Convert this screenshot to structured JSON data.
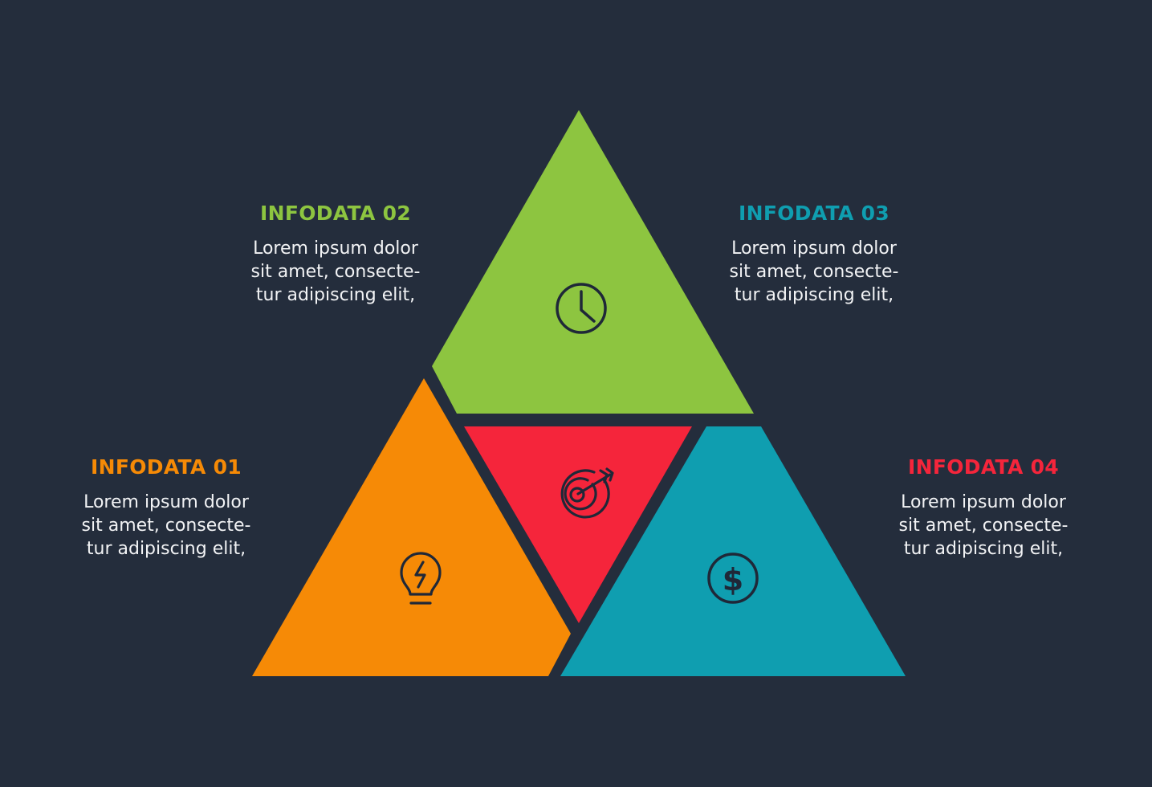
{
  "colors": {
    "background": "#242d3c",
    "segment_01": "#f68a06",
    "segment_02": "#8dc540",
    "segment_03": "#0f9eb0",
    "segment_04": "#f5253b",
    "icon_stroke": "#1f2838",
    "body_text": "#f2f3f5"
  },
  "items": [
    {
      "title": "INFODATA 01",
      "title_color": "#f68a06",
      "lines": [
        "Lorem ipsum dolor",
        "sit amet, consecte-",
        "tur adipiscing elit,"
      ],
      "icon": "lightbulb-icon"
    },
    {
      "title": "INFODATA 02",
      "title_color": "#8dc540",
      "lines": [
        "Lorem ipsum dolor",
        "sit amet, consecte-",
        "tur adipiscing elit,"
      ],
      "icon": "clock-icon"
    },
    {
      "title": "INFODATA 03",
      "title_color": "#0f9eb0",
      "lines": [
        "Lorem ipsum dolor",
        "sit amet, consecte-",
        "tur adipiscing elit,"
      ],
      "icon": "dollar-coin-icon"
    },
    {
      "title": "INFODATA 04",
      "title_color": "#f5253b",
      "lines": [
        "Lorem ipsum dolor",
        "sit amet, consecte-",
        "tur adipiscing elit,"
      ],
      "icon": "target-arrow-icon"
    }
  ]
}
